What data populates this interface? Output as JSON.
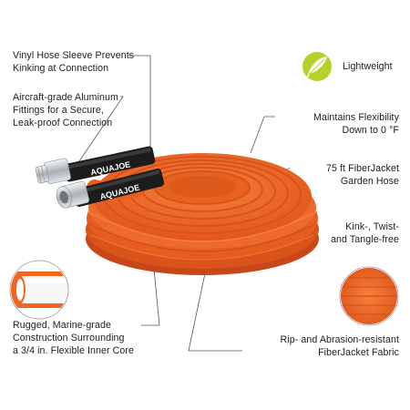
{
  "callouts": {
    "vinyl_sleeve": "Vinyl Hose Sleeve Prevents\nKinking at Connection",
    "aluminum_fittings": "Aircraft-grade Aluminum\nFittings for a Secure,\nLeak-proof Connection",
    "lightweight": "Lightweight",
    "flexibility": "Maintains Flexibility\nDown to  0 °F",
    "hose_length": "75 ft FiberJacket\nGarden Hose",
    "kink_free": "Kink-, Twist-\nand Tangle-free",
    "inner_core": "Rugged, Marine-grade\nConstruction Surrounding\na 3/4 in. Flexible Inner Core",
    "fabric": "Rip- and Abrasion-resistant\nFiberJacket Fabric"
  },
  "brand": {
    "name": "AQUAJOE"
  },
  "colors": {
    "hose_orange": "#f26522",
    "hose_dark": "#d9531a",
    "sleeve_black": "#1c1c1c",
    "fitting_silver": "#c8ccd0",
    "feather_green": "#b7d12a"
  },
  "icons": {
    "lightweight": "feather-icon",
    "inner_core": "hose-cross-section-icon",
    "fabric": "fabric-swatch-icon"
  }
}
